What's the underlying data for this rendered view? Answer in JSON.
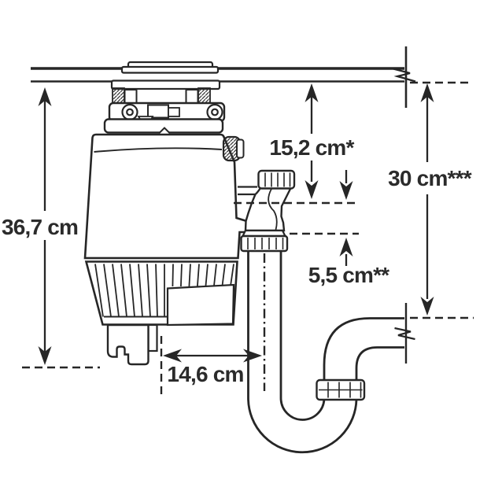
{
  "diagram": {
    "kind": "installation-dimension-diagram",
    "unit": "cm",
    "colors": {
      "background": "#ffffff",
      "line": "#262626",
      "text": "#2b2b2b"
    },
    "dimensions": {
      "disposer_height": {
        "label": "36,7 cm"
      },
      "counter_to_outlet": {
        "label": "15,2 cm*"
      },
      "counter_to_trap_level": {
        "label": "30 cm***"
      },
      "outlet_to_trap_connection": {
        "label": "5,5 cm**"
      },
      "center_to_trap_center": {
        "label": "14,6 cm"
      }
    }
  }
}
